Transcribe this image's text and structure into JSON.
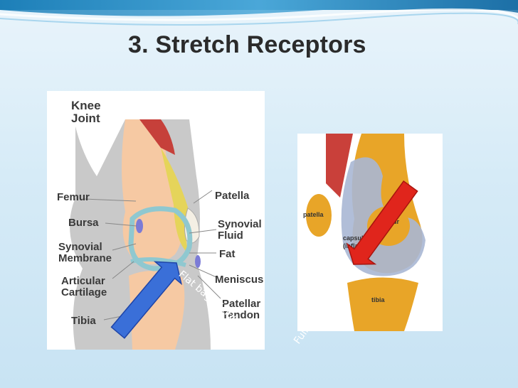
{
  "slide": {
    "title": "3. Stretch Receptors"
  },
  "left_diagram": {
    "heading": "Knee\nJoint",
    "labels": {
      "femur": "Femur",
      "bursa": "Bursa",
      "synovial_membrane": "Synovial\nMembrane",
      "articular_cartilage": "Articular\nCartilage",
      "tibia": "Tibia",
      "patella": "Patella",
      "synovial_fluid": "Synovial\nFluid",
      "fat": "Fat",
      "meniscus": "Meniscus",
      "patellar_tendon": "Patellar\nTendon"
    },
    "arrow_caption": "Flat bag of fluid",
    "arrow_color": "#3a6fd8"
  },
  "right_diagram": {
    "labels": {
      "patella": "patella",
      "femur": "femur",
      "capsule": "capsule\n(inflated)",
      "tibia": "tibia"
    },
    "arrow_caption": "Full bag of fluid",
    "arrow_color": "#e0251c"
  }
}
